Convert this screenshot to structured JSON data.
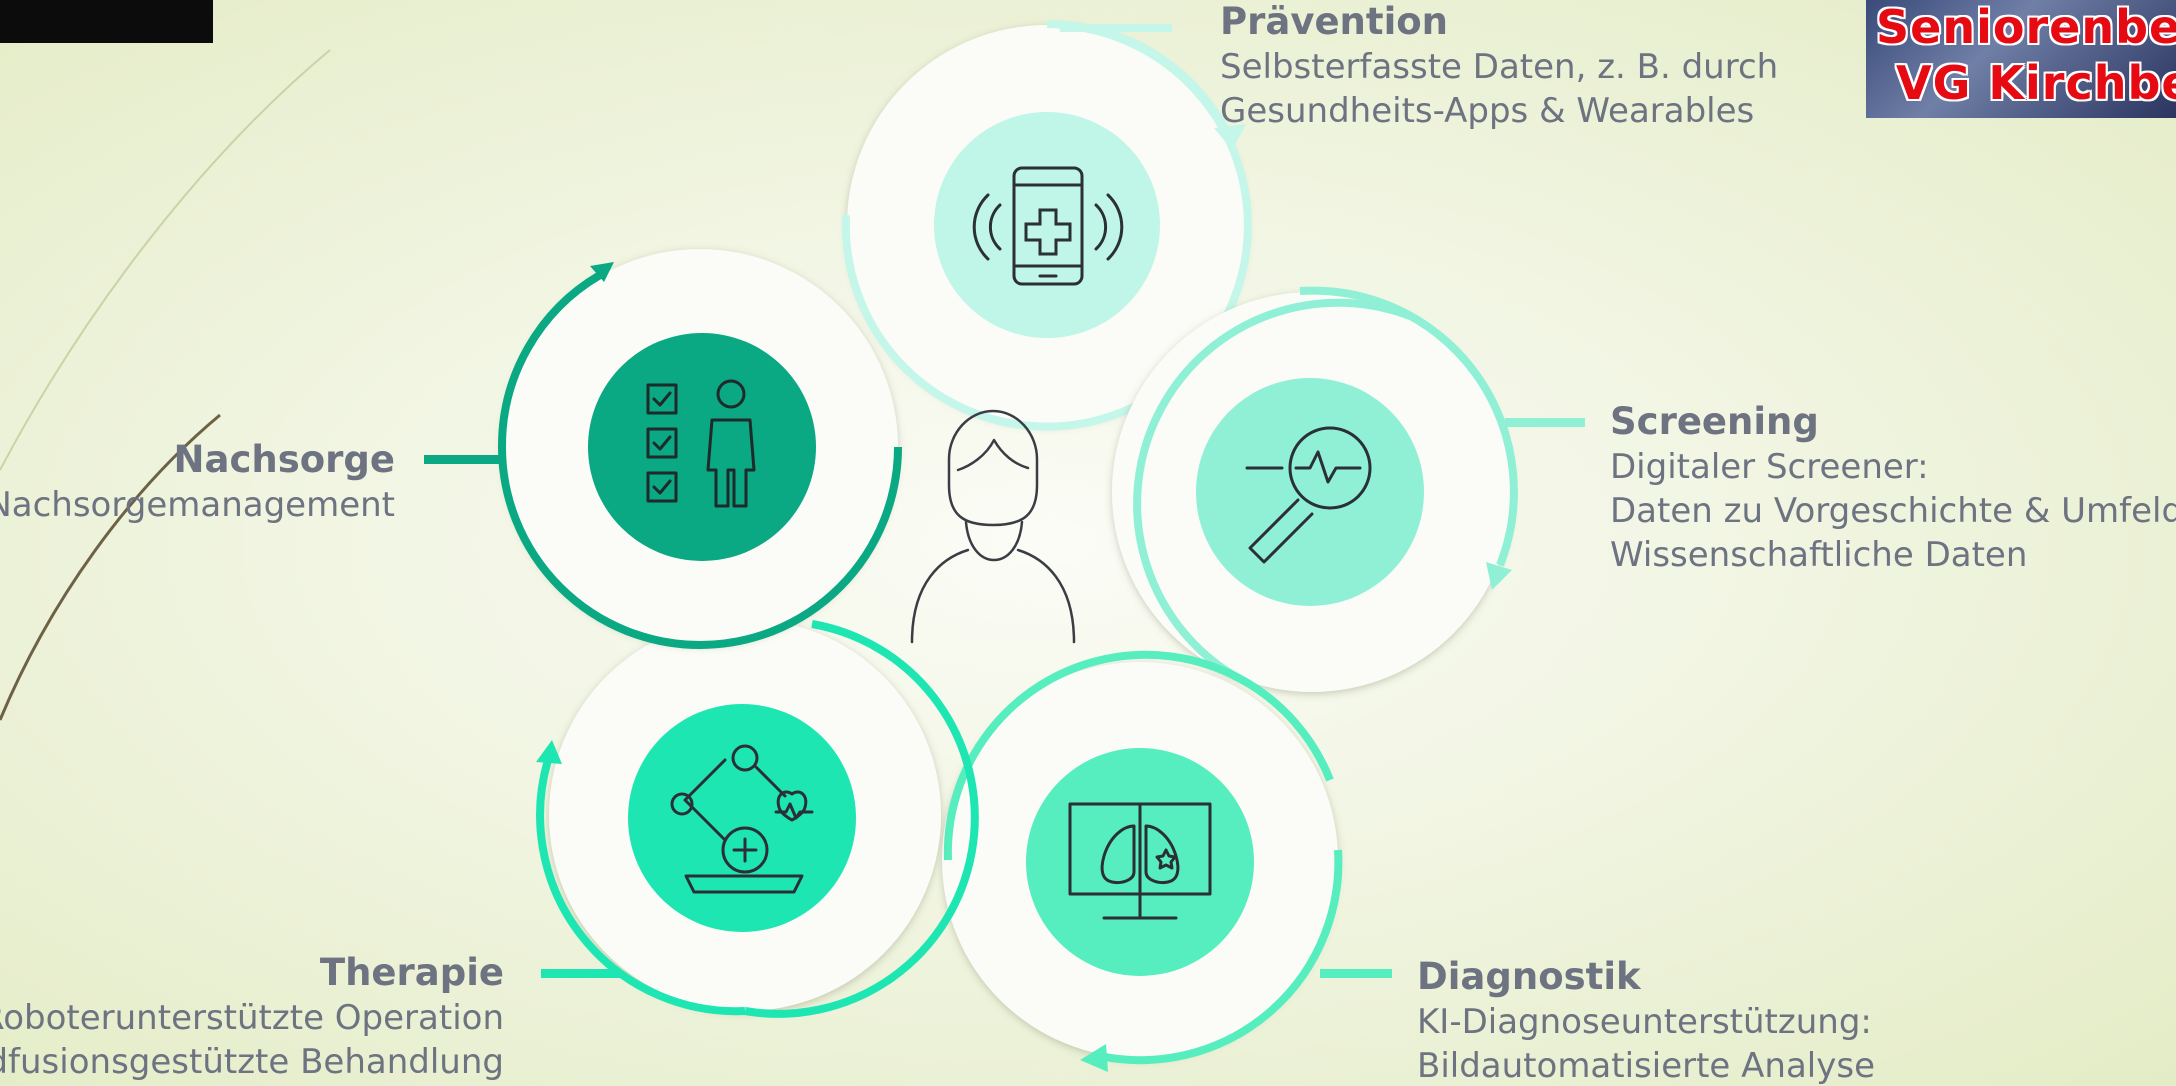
{
  "stages": {
    "praevention": {
      "title": "Prävention",
      "lines": [
        "Selbsterfasste Daten, z. B. durch",
        "Gesundheits-Apps & Wearables"
      ],
      "icon": "smartphone-health-icon",
      "color": "#bff6e7"
    },
    "screening": {
      "title": "Screening",
      "lines": [
        "Digitaler Screener:",
        "Daten zu Vorgeschichte & Umfeld",
        "Wissenschaftliche Daten"
      ],
      "icon": "magnifier-pulse-icon",
      "color": "#8ff0d6"
    },
    "diagnostik": {
      "title": "Diagnostik",
      "lines": [
        "KI-Diagnoseunterstützung:",
        "Bildautomatisierte Analyse"
      ],
      "icon": "monitor-lungs-icon",
      "color": "#56eebe"
    },
    "therapie": {
      "title": "Therapie",
      "lines": [
        "Roboterunterstützte Operation",
        "Bildfusionsgestützte Behandlung"
      ],
      "icon": "robot-arm-icon",
      "color": "#1ee6b2"
    },
    "nachsorge": {
      "title": "Nachsorge",
      "lines": [
        "Nachsorgemanagement"
      ],
      "icon": "checklist-person-icon",
      "color": "#0aa883"
    }
  },
  "center_icon": "patient-woman-icon",
  "logo": {
    "line1": "Seniorenbe",
    "line2": "VG Kirchbe"
  }
}
